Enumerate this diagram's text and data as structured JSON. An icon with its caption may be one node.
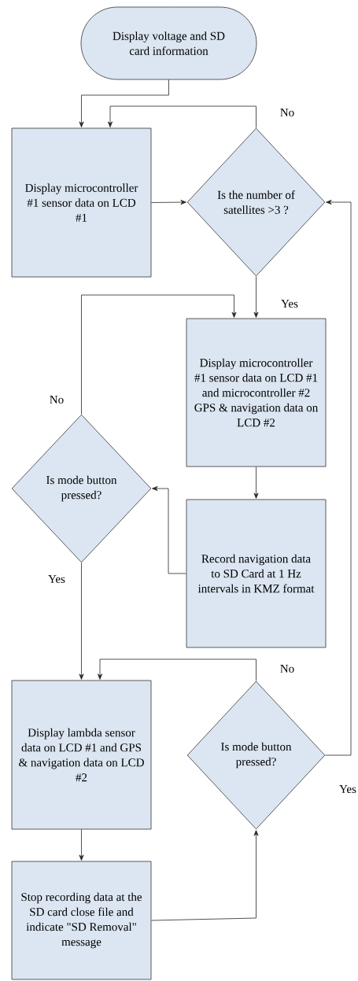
{
  "diagram": {
    "nodes": [
      {
        "text": [
          "Display voltage and SD card information"
        ]
      },
      {
        "text": [
          "Display microcontroller #1 sensor data on LCD #1"
        ]
      },
      {
        "text": [
          "Is the number of satellites >3 ?"
        ]
      },
      {
        "text": [
          "Display microcontroller #1 sensor data on LCD #1 and microcontroller #2 GPS & navigation data on LCD #2"
        ]
      },
      {
        "text": [
          "Is mode button pressed?"
        ]
      },
      {
        "text": [
          "Record navigation data to SD Card at 1 Hz intervals in KMZ format"
        ]
      },
      {
        "text": [
          "Display lambda sensor data on LCD #1 and GPS & navigation data on LCD #2"
        ]
      },
      {
        "text": [
          "Is mode button pressed?"
        ]
      },
      {
        "text": [
          "Stop recording data at the SD card close file and indicate \"SD Removal\" message"
        ]
      }
    ],
    "edges": [
      {
        "from": 0,
        "to": 1,
        "arrow": "to"
      },
      {
        "from": 2,
        "to": 1,
        "arrow": "to",
        "label": "No"
      },
      {
        "from": 1,
        "to": 2,
        "arrow": "to"
      },
      {
        "from": 2,
        "to": 3,
        "arrow": "to",
        "label": "Yes"
      },
      {
        "from": 3,
        "to": 5,
        "arrow": "to"
      },
      {
        "from": 5,
        "to": 4,
        "arrow": "to"
      },
      {
        "from": 4,
        "to": 3,
        "arrow": "to",
        "label": "No"
      },
      {
        "from": 4,
        "to": 6,
        "arrow": "to",
        "label": "Yes"
      },
      {
        "from": 6,
        "to": 8,
        "arrow": "to"
      },
      {
        "from": 8,
        "to": 7,
        "arrow": "to"
      },
      {
        "from": 7,
        "to": 6,
        "arrow": "to",
        "label": "No"
      },
      {
        "from": 7,
        "to": 2,
        "arrow": "to",
        "label": "Yes"
      }
    ]
  }
}
